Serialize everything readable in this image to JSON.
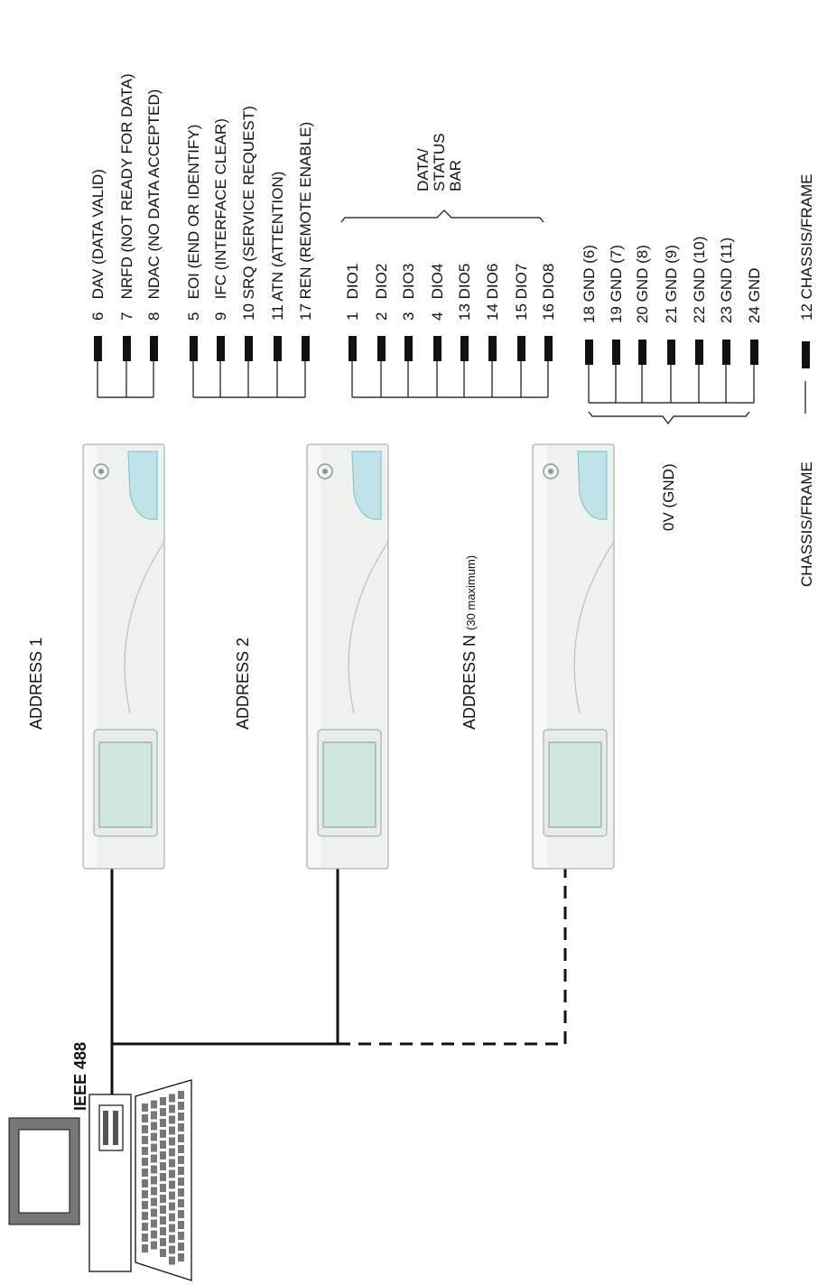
{
  "colors": {
    "line": "#111111",
    "device_body": "#eef2ee",
    "device_screen": "#cfe6df",
    "device_badge": "#bfe3e8"
  },
  "controller": {
    "label": "IEEE 488",
    "icon": "computer-icon"
  },
  "devices": [
    {
      "label": "ADDRESS 1",
      "note": "",
      "connection": "solid",
      "icon": "relay-device-icon"
    },
    {
      "label": "ADDRESS 2",
      "note": "",
      "connection": "solid",
      "icon": "relay-device-icon"
    },
    {
      "label": "ADDRESS N",
      "note": "(30 maximum)",
      "connection": "dashed",
      "icon": "relay-device-icon"
    }
  ],
  "pin_groups": [
    {
      "name": "handshake",
      "group_label": "",
      "pins": [
        {
          "label": "6   DAV (DATA VALID)"
        },
        {
          "label": "7   NRFD (NOT READY FOR DATA)"
        },
        {
          "label": "8   NDAC (NO DATA ACCEPTED)"
        }
      ]
    },
    {
      "name": "management",
      "group_label": "",
      "pins": [
        {
          "label": "5   EOI (END OR IDENTIFY)"
        },
        {
          "label": "9   IFC (INTERFACE CLEAR)"
        },
        {
          "label": "10 SRQ (SERVICE REQUEST)"
        },
        {
          "label": "11 ATN (ATTENTION)"
        },
        {
          "label": "17 REN (REMOTE ENABLE)"
        }
      ]
    },
    {
      "name": "data",
      "group_label": [
        "DATA/",
        "STATUS",
        "BAR"
      ],
      "pins": [
        {
          "label": "1   DIO1"
        },
        {
          "label": "2   DIO2"
        },
        {
          "label": "3   DIO3"
        },
        {
          "label": "4   DIO4"
        },
        {
          "label": "13 DIO5"
        },
        {
          "label": "14 DIO6"
        },
        {
          "label": "15 DIO7"
        },
        {
          "label": "16 DIO8"
        }
      ]
    },
    {
      "name": "ground",
      "group_label": "0V (GND)",
      "pins": [
        {
          "label": "18 GND (6)"
        },
        {
          "label": "19 GND (7)"
        },
        {
          "label": "20 GND (8)"
        },
        {
          "label": "21 GND (9)"
        },
        {
          "label": "22 GND (10)"
        },
        {
          "label": "23 GND (11)"
        },
        {
          "label": "24 GND"
        }
      ]
    }
  ],
  "chassis": {
    "left_label": "CHASSIS/FRAME",
    "pin_label": "12 CHASSIS/FRAME"
  }
}
